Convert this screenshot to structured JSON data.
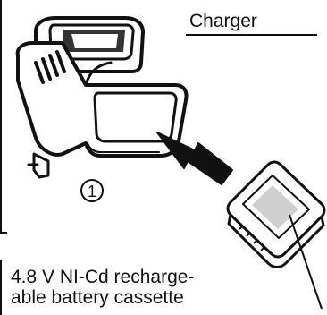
{
  "labels": {
    "charger": "Charger",
    "step_number": "1",
    "battery_line1": "4.8 V NI-Cd recharge-",
    "battery_line2": "able battery cassette"
  },
  "colors": {
    "ink": "#111111",
    "paper": "#ffffff",
    "shade": "#cfcfcf"
  }
}
